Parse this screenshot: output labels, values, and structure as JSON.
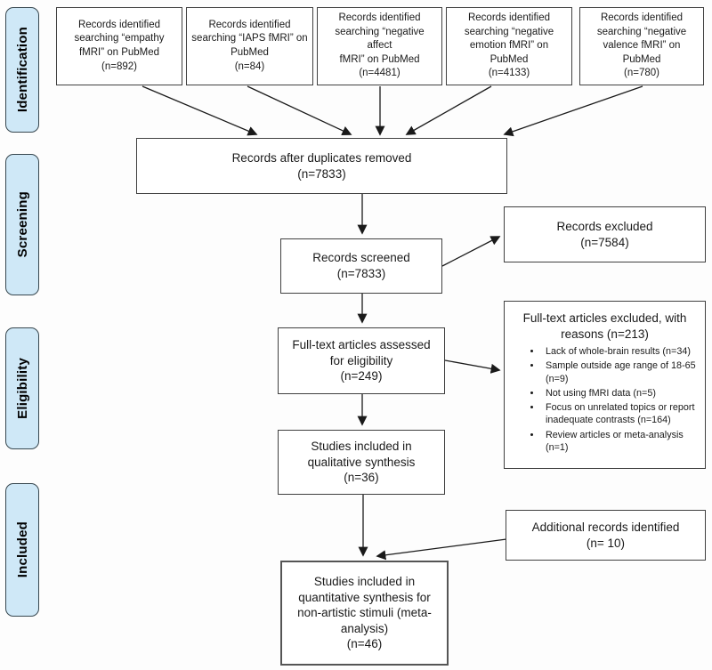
{
  "colors": {
    "stage_fill": "#cfe8f7",
    "stage_border": "#37474f",
    "box_border": "#404040",
    "arrow": "#1a1a1a",
    "background": "#fdfdfd"
  },
  "stages": [
    {
      "label": "Identification"
    },
    {
      "label": "Screening"
    },
    {
      "label": "Eligibility"
    },
    {
      "label": "Included"
    }
  ],
  "nodes": {
    "source_empathy": "Records identified\nsearching “empathy\nfMRI” on PubMed\n(n=892)",
    "source_iaps": "Records identified\nsearching “IAPS fMRI” on\nPubMed\n(n=84)",
    "source_negative_affect": "Records identified\nsearching “negative affect\nfMRI” on PubMed\n(n=4481)",
    "source_negative_emotion": "Records identified\nsearching “negative\nemotion fMRI” on\nPubMed\n(n=4133)",
    "source_negative_valence": "Records identified\nsearching “negative\nvalence fMRI” on\nPubMed\n(n=780)",
    "duplicates_removed": "Records after duplicates removed\n(n=7833)",
    "records_screened": "Records screened\n(n=7833)",
    "records_excluded": "Records excluded\n(n=7584)",
    "fulltext_assessed": "Full-text articles assessed\nfor eligibility\n(n=249)",
    "qualitative_synthesis": "Studies included in\nqualitative synthesis\n(n=36)",
    "additional_records": "Additional records identified\n(n= 10)",
    "quantitative_synthesis": "Studies included in\nquantitative synthesis for\nnon-artistic stimuli (meta-\nanalysis)\n(n=46)"
  },
  "fulltext_excluded": {
    "title": "Full-text articles excluded, with\nreasons (n=213)",
    "bullets": [
      "Lack of whole-brain results (n=34)",
      "Sample outside age range of 18-65 (n=9)",
      "Not using fMRI data (n=5)",
      "Focus on unrelated topics or report inadequate contrasts (n=164)",
      "Review articles or meta-analysis (n=1)"
    ]
  }
}
